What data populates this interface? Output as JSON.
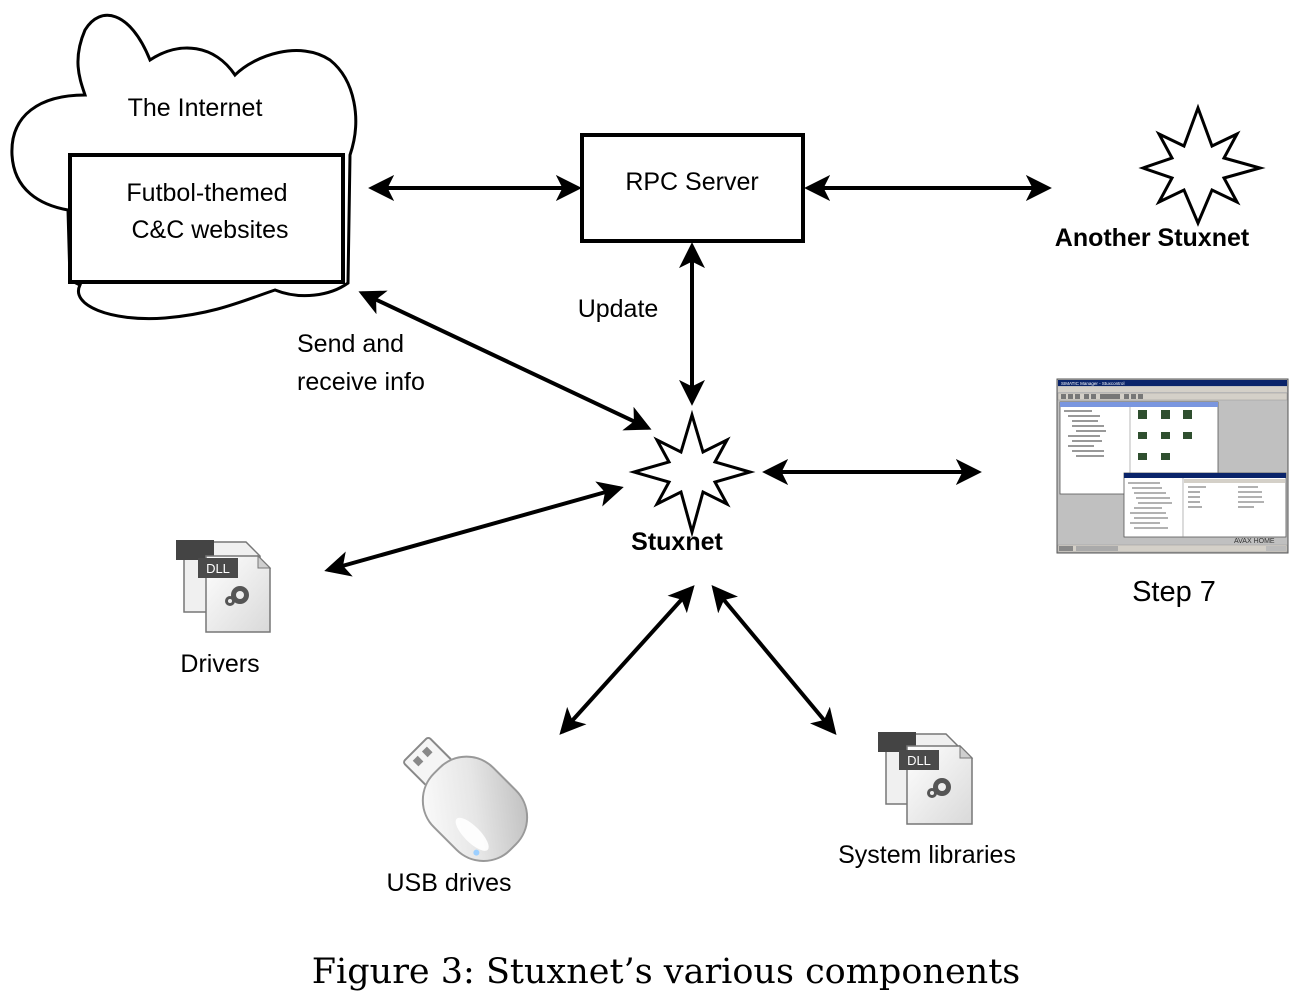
{
  "nodes": {
    "internet": {
      "label": "The Internet"
    },
    "cc": {
      "line1": "Futbol-themed",
      "line2": "C&C websites"
    },
    "rpc": {
      "label": "RPC Server"
    },
    "another": {
      "label": "Another Stuxnet"
    },
    "stuxnet": {
      "label": "Stuxnet"
    },
    "drivers": {
      "label": "Drivers",
      "icon_text": "DLL"
    },
    "usb": {
      "label": "USB drives"
    },
    "syslibs": {
      "label": "System libraries",
      "icon_text": "DLL"
    },
    "step7": {
      "label": "Step 7",
      "window_title": "SIMATIC Manager - Stuxcontrol",
      "watermark": "AVAX HOME"
    }
  },
  "edges": {
    "update": "Update",
    "send_line1": "Send and",
    "send_line2": "receive info"
  },
  "caption": "Figure 3: Stuxnet’s various components"
}
